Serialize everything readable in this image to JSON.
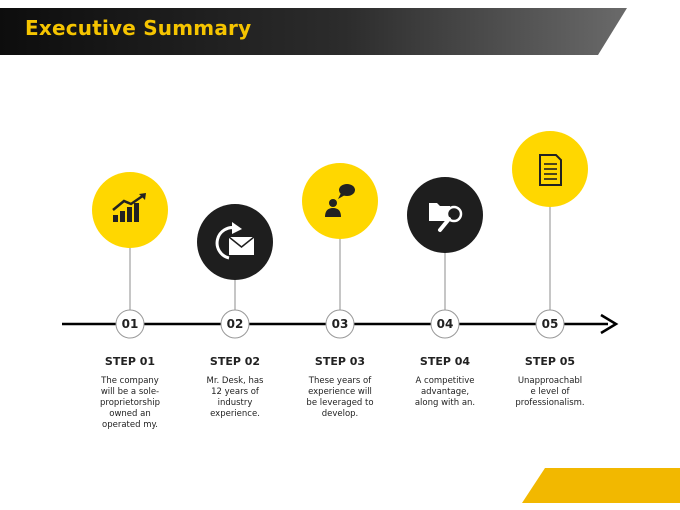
{
  "header": {
    "title": "Executive Summary"
  },
  "colors": {
    "accent": "#ffd700",
    "dark": "#1e1e1e",
    "line": "#000000",
    "connector": "#8c8c8c"
  },
  "steps": [
    {
      "number": "01",
      "title": "STEP 01",
      "description": "The company\nwill be a sole-\nproprietorship\nowned an\noperated my.",
      "icon": "growth-chart-icon",
      "style": "accent"
    },
    {
      "number": "02",
      "title": "STEP 02",
      "description": "Mr. Desk, has\n12 years of\nindustry\nexperience.",
      "icon": "reply-mail-icon",
      "style": "dark"
    },
    {
      "number": "03",
      "title": "STEP 03",
      "description": "These years of\nexperience will\nbe leveraged to\ndevelop.",
      "icon": "speaker-person-icon",
      "style": "accent"
    },
    {
      "number": "04",
      "title": "STEP 04",
      "description": "A competitive\nadvantage,\nalong with an.",
      "icon": "folder-search-icon",
      "style": "dark"
    },
    {
      "number": "05",
      "title": "STEP 05",
      "description": "Unapproachabl\ne level of\nprofessionalism.",
      "icon": "document-icon",
      "style": "accent"
    }
  ]
}
